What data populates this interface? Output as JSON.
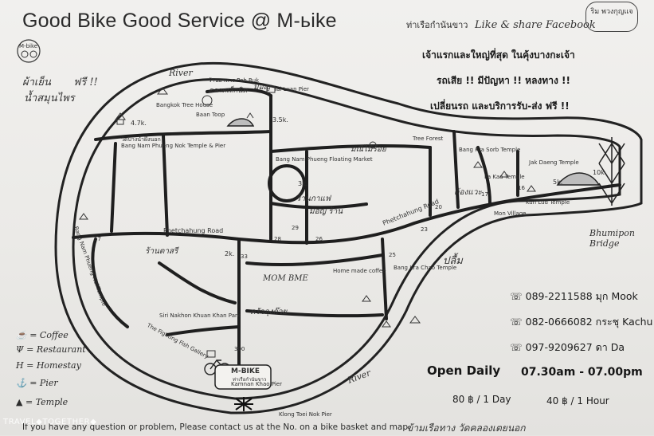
{
  "header": {
    "title": "Good Bike Good Service @ M-ьike",
    "title_thai": "ท่าเรือกำนันขาว",
    "like_share": "Like & share Facebook",
    "sticker": "ริม พวงกุญแจ"
  },
  "left_notes": {
    "logo_text": "M-bike",
    "hand_note_1": "ผ้าเย็น",
    "hand_note_2": "น้ำสมุนไพร",
    "hand_note_free": "ฟรี !!"
  },
  "promo_thai": [
    "เจ้าแรกและใหญ่ที่สุด ในคุ้งบางกะเจ้า",
    "รถเสีย !! มีปัญหา !! หลงทาง !!",
    "เปลี่ยนรถ และบริการรับ-ส่ง ฟรี !!"
  ],
  "map": {
    "river_top": "River",
    "river_bottom": "River",
    "road_main": "Phetchahung Road",
    "road_right": "Phetchahung Road",
    "bridge": "Bhumipon Bridge",
    "distances": [
      "4.7k.",
      "3.5k.",
      "3k.",
      "2k.",
      "5k.",
      "10k."
    ],
    "road_numbers": [
      "57",
      "33",
      "28",
      "26",
      "25",
      "23",
      "20",
      "17",
      "16",
      "29",
      "300"
    ],
    "places": [
      "ร้านอาหาร Poh Ruk",
      "ตลาดเล็กนิต",
      "Bangkok Tree House",
      "Baan Toop",
      "Tai Luan Pier",
      "วัดบางน้ำผึ้งนอก",
      "Bang Nam Phueng Nok Temple & Pier",
      "Bang Nam Phueng Floating Market",
      "Tree Forest",
      "Bang Kra Sorb Temple",
      "Pa Kaa Temple",
      "Jak Daeng Temple",
      "Kun Lud Temple",
      "Mon Village",
      "Bang Kra Chao Temple",
      "Home made coffee",
      "Siri Nakhon Khuan Khan Park",
      "The Fighting Fish Gallery",
      "Kamnan Khao Pier",
      "Klong Toei Nok Pier",
      "Bang Nam Phueng Nai Temple"
    ],
    "hand_labels": [
      "มอญ",
      "มณีไม้ร้อย",
      "ร้านกาแฟ",
      "มอญ ร้าน",
      "ต้องแวะ",
      "MOM BME",
      "ครัวลุงก๊วย",
      "ปลื้ม",
      "ร้านตาสรี"
    ],
    "mbike_label": "M-BIKE",
    "mbike_sub": "ท่าเรือกำนันขาว",
    "mbike_pier": "Kamnan Khao Pier"
  },
  "contacts": [
    {
      "phone": "089-2211588",
      "name": "มุก Mook"
    },
    {
      "phone": "082-0666082",
      "name": "กระชุ Kachu"
    },
    {
      "phone": "097-9209627",
      "name": "ดา Da"
    }
  ],
  "hours": {
    "label": "Open Daily",
    "time": "07.30am - 07.00pm"
  },
  "prices": {
    "day": "80 ฿ / 1 Day",
    "hour": "40 ฿ / 1 Hour"
  },
  "legend": [
    {
      "icon": "coffee-icon",
      "label": "Coffee"
    },
    {
      "icon": "restaurant-icon",
      "label": "Restaurant"
    },
    {
      "icon": "homestay-icon",
      "label": "Homestay"
    },
    {
      "icon": "pier-icon",
      "label": "Pier"
    },
    {
      "icon": "temple-icon",
      "label": "Temple"
    }
  ],
  "footer": {
    "text": "If you have any question or problem, Please contact us at the No. on a bike basket and map.",
    "thai_right": "ข้ามเรือทาง วัดคลองเตยนอก",
    "watermark": "TRAVEL◆TOGETHER◆"
  }
}
